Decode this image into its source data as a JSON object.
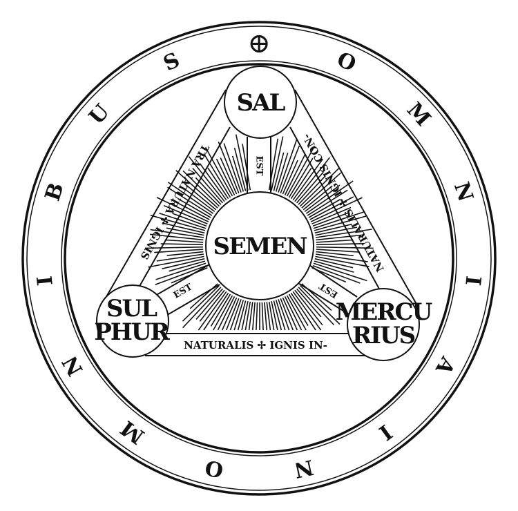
{
  "ring": {
    "symbol": "⊕",
    "letters": [
      "O",
      "M",
      "N",
      "I",
      "A",
      "I",
      "N",
      "O",
      "M",
      "N",
      "I",
      "B",
      "U",
      "S"
    ]
  },
  "nodes": {
    "top": "SAL",
    "left_line1": "SUL",
    "left_line2": "PHUR",
    "right_line1": "MERCU",
    "right_line2": "RIUS",
    "center": "SEMEN"
  },
  "bands": {
    "left": "TRA NATURA ✢ IGNIS",
    "right": "NATURALIS ✢ IGNIS CON-",
    "bottom": "NATURALIS ✢ IGNIS IN-"
  },
  "spokes": {
    "top": "EST",
    "left": "EST",
    "right": "EST"
  },
  "colors": {
    "ink": "#111111",
    "paper": "#ffffff"
  }
}
